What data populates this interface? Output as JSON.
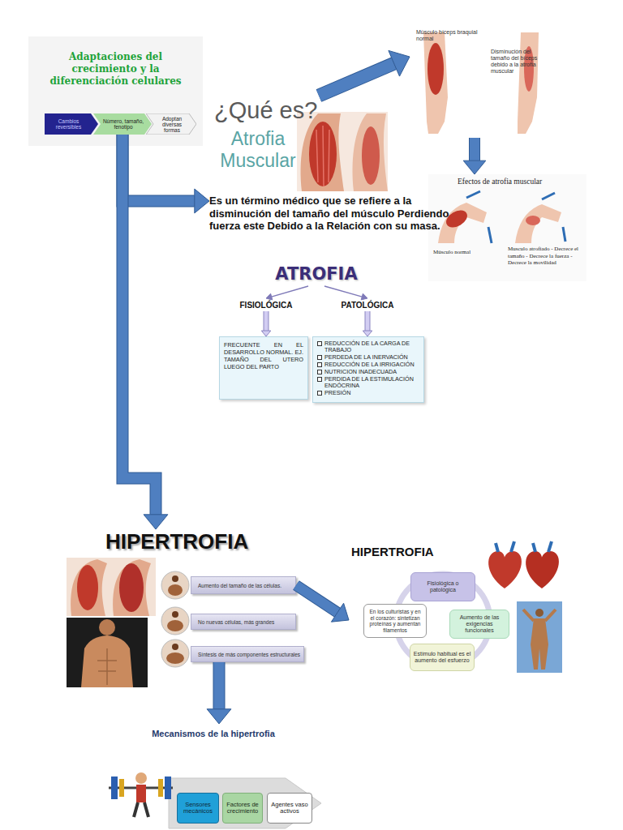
{
  "diagram": {
    "nodes": [
      {
        "text": [
          "Adaptaciones del crecimiento y la diferenciación celulares"
        ]
      },
      {
        "text": [
          "Cambios reversibles"
        ],
        "in": 0
      },
      {
        "text": [
          "Número, tamaño, fenotipo"
        ],
        "in": 0
      },
      {
        "text": [
          "Adoptan diversas formas"
        ],
        "in": 0
      },
      {
        "text": [
          "¿Qué es?",
          "Atrofia Muscular",
          "Es un término médico que se refiere a la disminución del tamaño del músculo Perdiendo fuerza este Debido a la Relación con su masa."
        ]
      },
      {
        "text": [
          "Músculo bíceps braquial normal",
          "Disminución del tamaño del bíceps debido a la atrofia muscular"
        ]
      },
      {
        "text": [
          "Efectos de atrofia muscular",
          "Músculo normal",
          "Musculo atrofiado - Decrece el tamaño - Decrece la fuerza - Decrece la movilidad"
        ]
      },
      {
        "text": [
          "ATROFIA"
        ]
      },
      {
        "text": [
          "FISIOLÓGICA"
        ]
      },
      {
        "text": [
          "PATOLÓGICA"
        ]
      },
      {
        "text": [
          "FRECUENTE EN EL DESARROLLO NORMAL. EJ. TAMAÑO DEL UTERO LUEGO DEL PARTO"
        ]
      },
      {
        "text": [
          "REDUCCIÓN DE LA CARGA DE TRABAJO",
          "PERDEDA DE LA INERVACIÓN",
          "REDUCCIÓN DE LA IRRIGACIÓN",
          "NUTRICION INADECUADA",
          "PERDIDA DE LA ESTIMULACIÓN ENDÓCRINA",
          "PRESIÓN"
        ]
      },
      {
        "text": [
          "HIPERTROFIA"
        ]
      },
      {
        "text": [
          "Aumento del tamaño de las células."
        ]
      },
      {
        "text": [
          "No nuevas células, más grandes"
        ]
      },
      {
        "text": [
          "Síntesis de más componentes estructurales"
        ]
      },
      {
        "text": [
          "HIPERTROFIA"
        ]
      },
      {
        "text": [
          "Fisiológica o patológica"
        ],
        "in": 16
      },
      {
        "text": [
          "Aumento de las exigencias funcionales"
        ],
        "in": 16
      },
      {
        "text": [
          "Estímulo habitual es el aumento del esfuerzo"
        ],
        "in": 16
      },
      {
        "text": [
          "En los culturistas y en el corazón: sintetizan proteínas y aumentan filamentos"
        ],
        "in": 16
      },
      {
        "text": [
          "Mecanismos de la hipertrofia"
        ]
      },
      {
        "text": [
          "Sensores mecánicos"
        ],
        "in": 21
      },
      {
        "text": [
          "Factores de crecimiento"
        ],
        "in": 21
      },
      {
        "text": [
          "Agentes vaso activos"
        ],
        "in": 21
      }
    ],
    "edges": [
      {
        "from": 2,
        "to": 4,
        "arrow": "to"
      },
      {
        "from": 2,
        "to": 12,
        "arrow": "to"
      },
      {
        "from": 4,
        "to": 5,
        "arrow": "to"
      },
      {
        "from": 5,
        "to": 6,
        "arrow": "to"
      },
      {
        "from": 7,
        "to": 8,
        "arrow": "to"
      },
      {
        "from": 7,
        "to": 9,
        "arrow": "to"
      },
      {
        "from": 8,
        "to": 10,
        "arrow": "to"
      },
      {
        "from": 9,
        "to": 11,
        "arrow": "to"
      },
      {
        "from": 13,
        "to": 16,
        "arrow": "to"
      },
      {
        "from": 15,
        "to": 21,
        "arrow": "to"
      }
    ]
  }
}
